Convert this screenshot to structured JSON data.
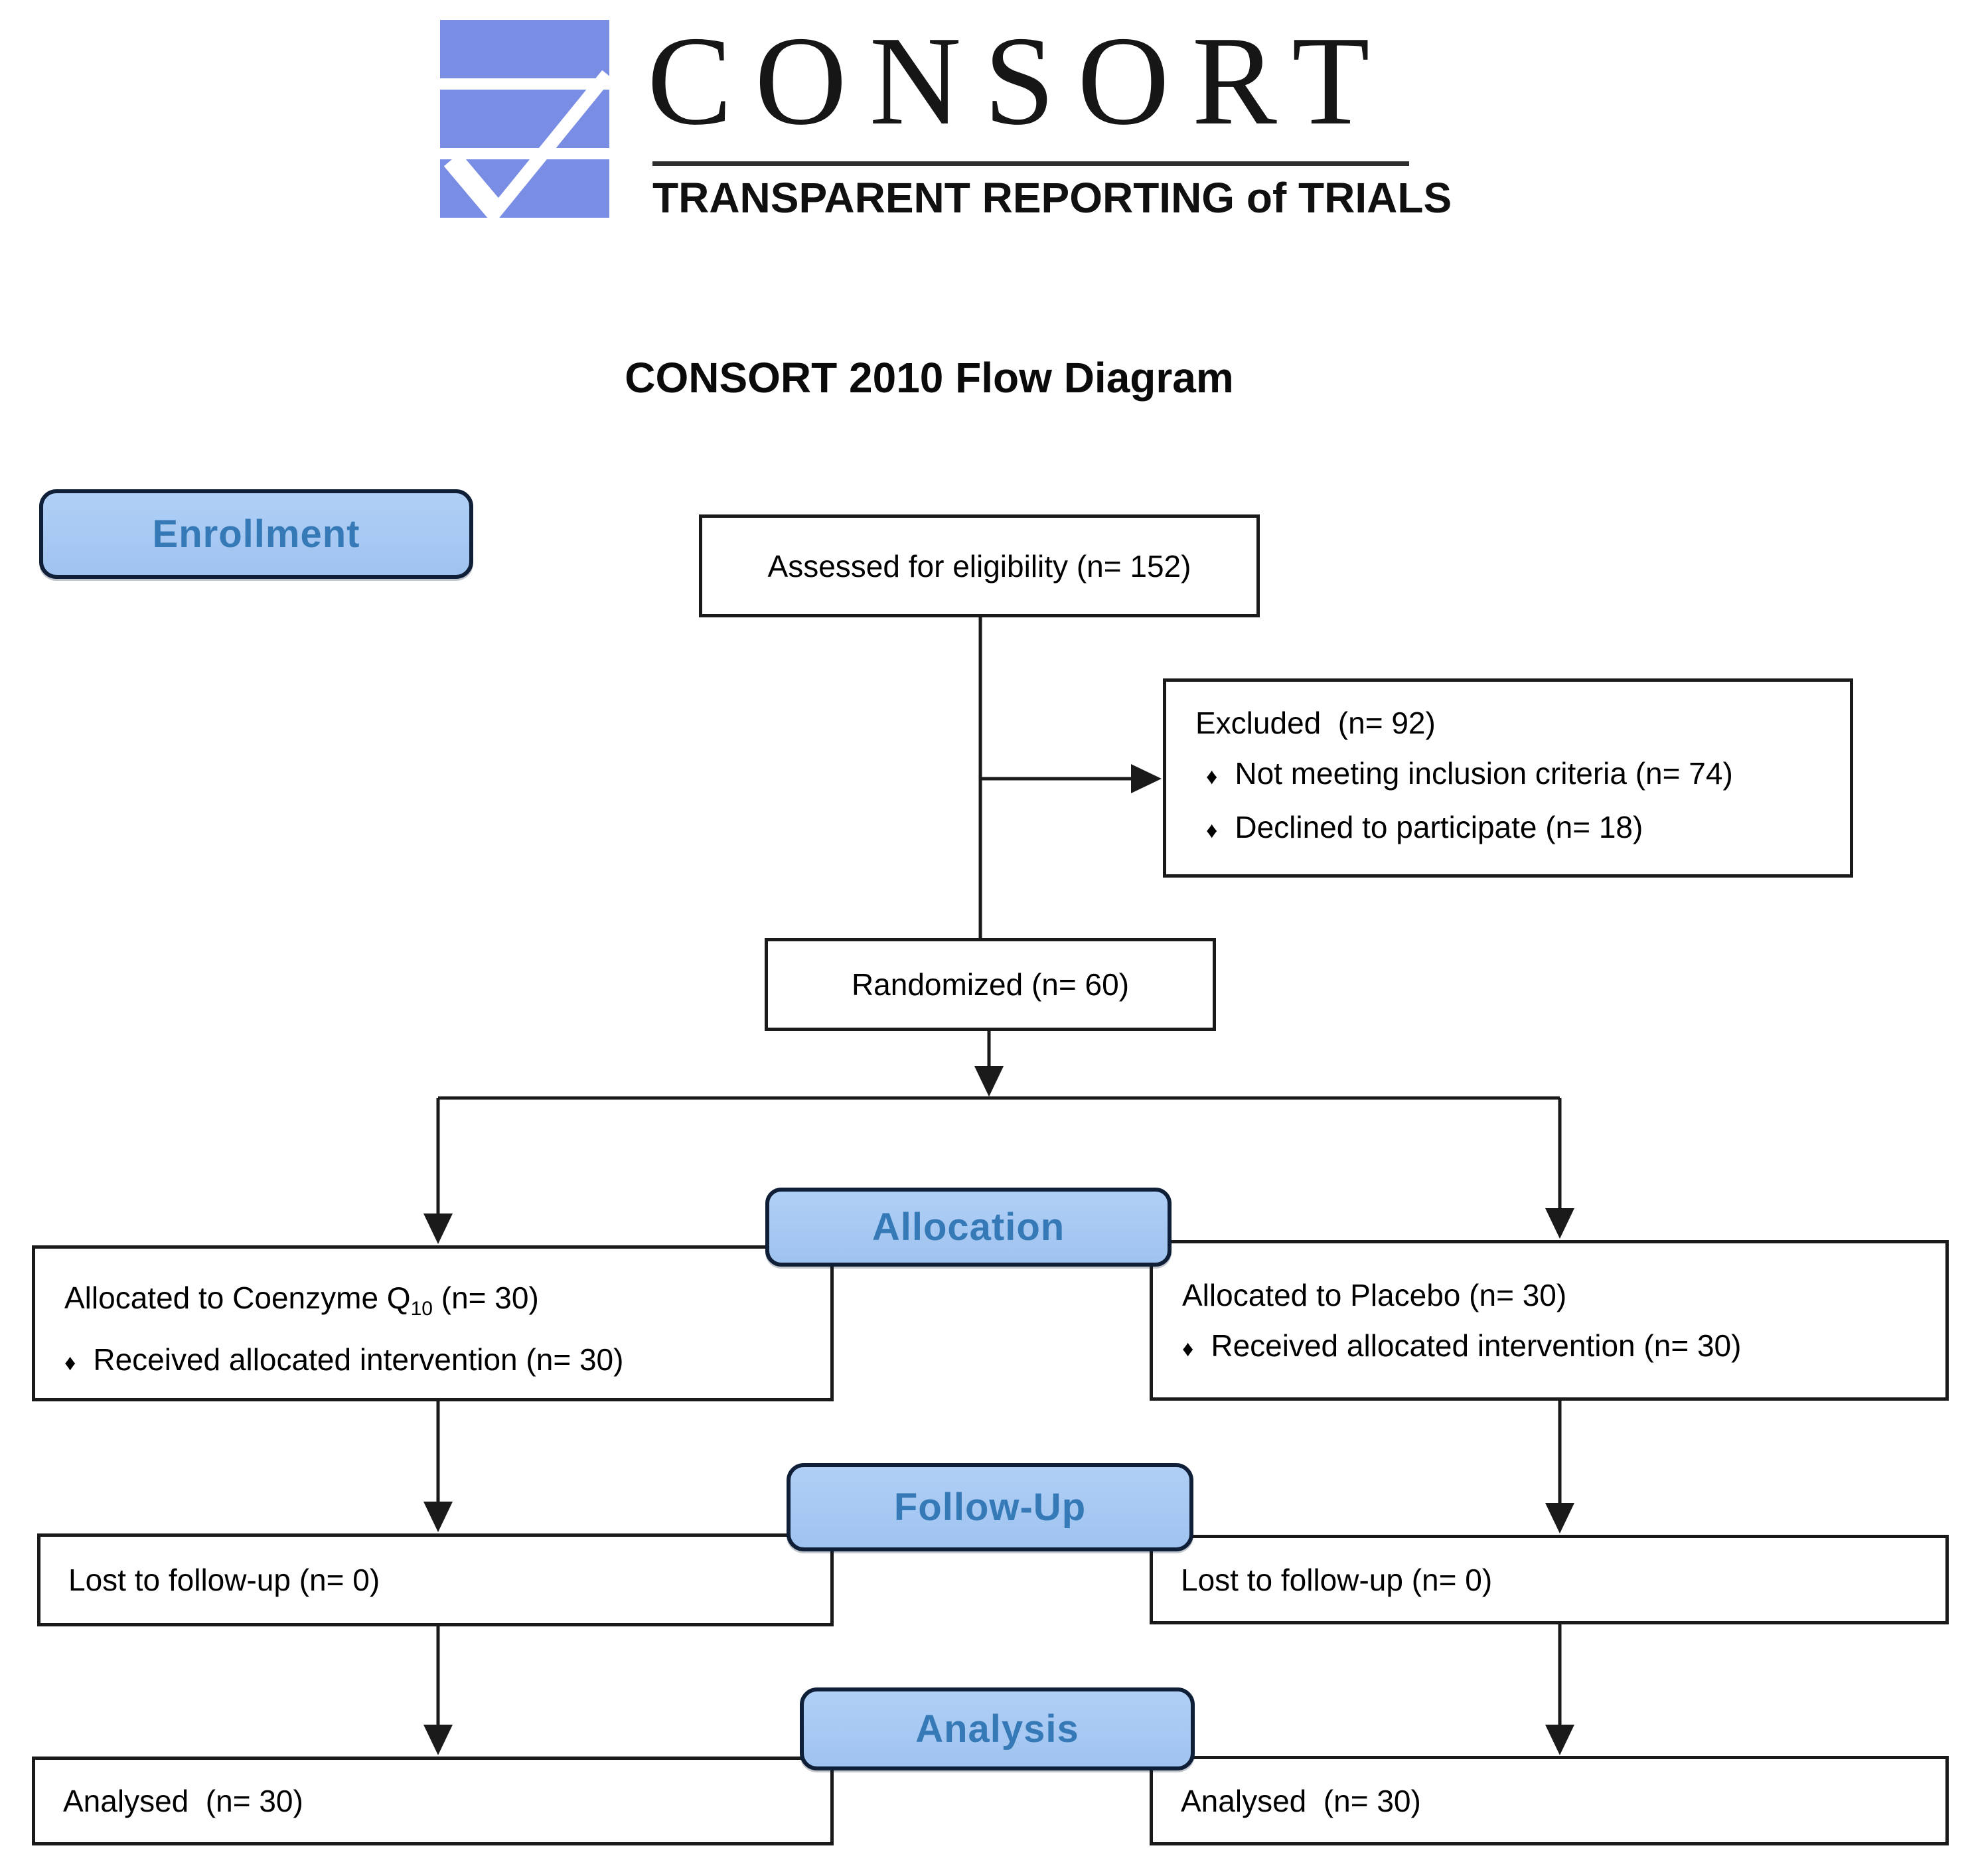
{
  "logo": {
    "brand": "CONSORT",
    "tagline": "TRANSPARENT REPORTING of TRIALS",
    "mark_color": "#7a8de4",
    "check_color": "#ffffff"
  },
  "title": "CONSORT 2010 Flow Diagram",
  "colors": {
    "stage_fill": "#a6c8f2",
    "stage_border": "#101f38",
    "stage_text": "#3579b7",
    "box_border": "#1a1a1a",
    "line": "#1a1a1a",
    "background": "#ffffff"
  },
  "bullet_glyph": "♦",
  "stages": {
    "enrollment": "Enrollment",
    "allocation": "Allocation",
    "followup": "Follow-Up",
    "analysis": "Analysis"
  },
  "nodes": {
    "assessed": "Assessed for eligibility (n= 152)",
    "excluded": {
      "title": "Excluded  (n= 92)",
      "bullets": [
        "Not meeting inclusion criteria (n= 74)",
        "Declined to participate (n= 18)"
      ]
    },
    "randomized": "Randomized (n= 60)",
    "alloc_left": {
      "title_prefix": "Allocated to Coenzyme Q",
      "title_sub": "10",
      "title_suffix": " (n= 30)",
      "bullets": [
        "Received allocated intervention (n= 30)"
      ]
    },
    "alloc_right": {
      "title": "Allocated to Placebo (n= 30)",
      "bullets": [
        "Received allocated intervention (n= 30)"
      ]
    },
    "lost_left": "Lost to follow-up (n= 0)",
    "lost_right": "Lost to follow-up (n= 0)",
    "analysed_left": "Analysed  (n= 30)",
    "analysed_right": "Analysed  (n= 30)"
  }
}
